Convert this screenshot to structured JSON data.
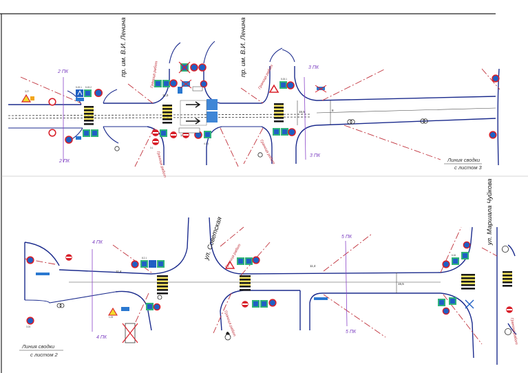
{
  "streets": {
    "lenina_left": "пр. им. В.И. Ленина",
    "lenina_right": "пр. им. В.И. Ленина",
    "sovetskaya": "ул. Советская",
    "chuykova": "ул. Маршала Чуйкова"
  },
  "pickets": {
    "pk2_top": "2 ПК",
    "pk2_bottom": "2 ПК",
    "pk3_top": "3 ПК",
    "pk3_bottom": "3 ПК",
    "pk4_top": "4 ПК",
    "pk4_bottom": "4 ПК",
    "pk5_top": "5 ПК",
    "pk5_bottom": "5 ПК"
  },
  "border_label": "Граница работ",
  "match_lines": {
    "sheet3_line1": "Линия сводки",
    "sheet3_line2": "с листом 3",
    "sheet2_line1": "Линия сводки",
    "sheet2_line2": "с листом 2"
  },
  "sign_codes": [
    "5.19.1",
    "5.19.2",
    "3.27",
    "3.1",
    "4.1.1",
    "5.15.1",
    "8.2.1",
    "1.23",
    "6.16",
    "3.24"
  ],
  "colors": {
    "road": "#1a2a8c",
    "border_line": "#c0303a",
    "picket_line": "#8a44c8",
    "sign_blue": "#1f5fc4",
    "sign_red": "#d8202a",
    "sign_green": "#2fb37a"
  }
}
